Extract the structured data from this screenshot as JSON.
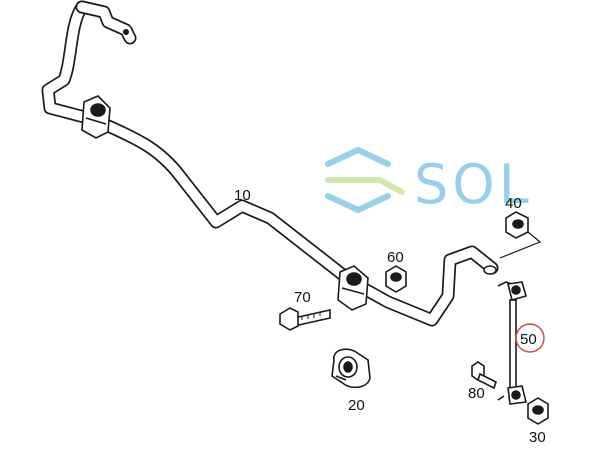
{
  "watermark": {
    "text": "SOL",
    "colors": [
      "#1e96cf",
      "#9fcf4a"
    ]
  },
  "colors": {
    "line": "#1a1a1a",
    "highlight": "#d94040"
  },
  "callouts": [
    {
      "id": "p10",
      "label": "10"
    },
    {
      "id": "p20",
      "label": "20"
    },
    {
      "id": "p30",
      "label": "30"
    },
    {
      "id": "p40",
      "label": "40"
    },
    {
      "id": "p50",
      "label": "50",
      "highlighted": true
    },
    {
      "id": "p60",
      "label": "60"
    },
    {
      "id": "p70",
      "label": "70"
    },
    {
      "id": "p80",
      "label": "80"
    }
  ]
}
